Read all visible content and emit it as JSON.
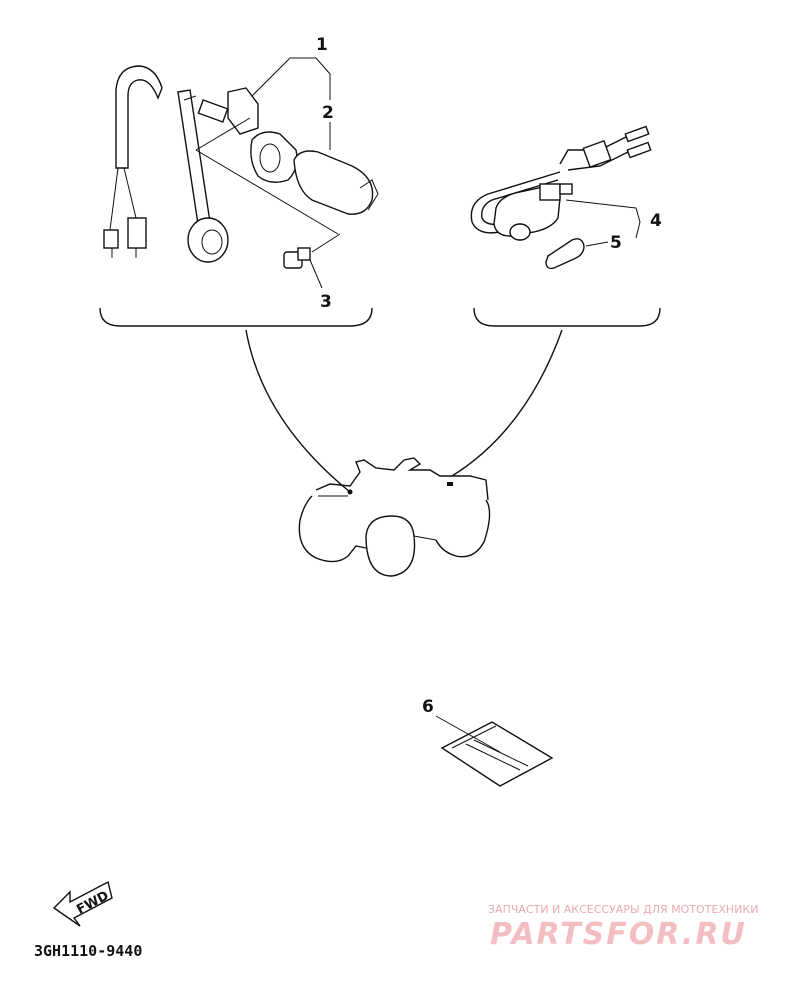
{
  "diagram": {
    "callouts": {
      "c1": "1",
      "c2": "2",
      "c3": "3",
      "c4": "4",
      "c5": "5",
      "c6": "6"
    },
    "orientation_label": "FWD",
    "drawing_code": "3GH1110-9440"
  },
  "watermark": {
    "subtitle": "ЗАПЧАСТИ И АКСЕССУАРЫ ДЛЯ МОТОТЕХНИКИ",
    "logo": "PARTSFOR.RU"
  },
  "colors": {
    "line": "#111111",
    "watermark": "#f2b8bc"
  }
}
